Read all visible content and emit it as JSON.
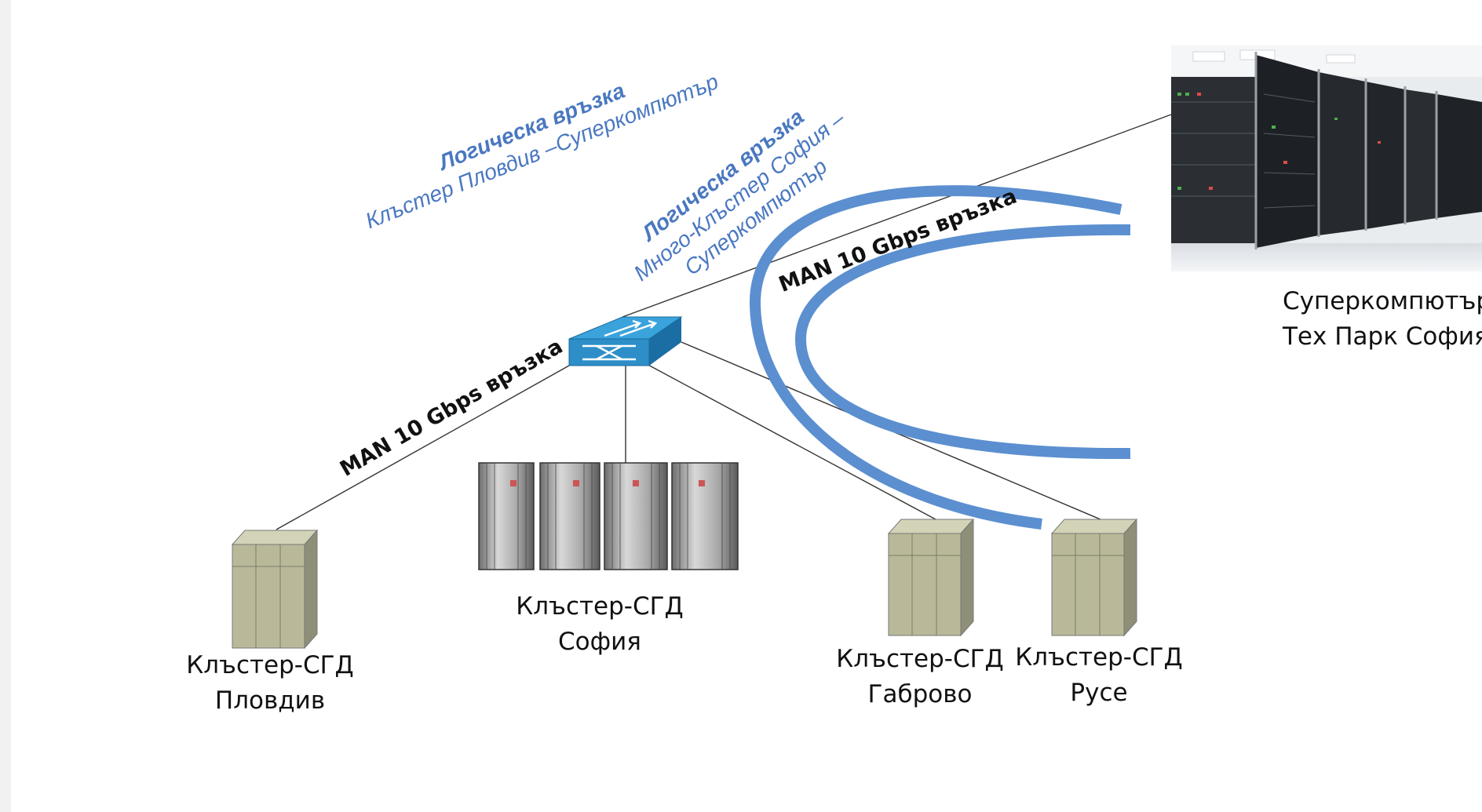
{
  "logical_links": [
    {
      "title": "Логическа връзка",
      "detail": "Клъстер Пловдив –Суперкомпютър"
    },
    {
      "title": "Логическа връзка",
      "detail_line1": "Много-Клъстер София –",
      "detail_line2": "Суперкомпютър"
    }
  ],
  "man_links": [
    {
      "label": "MAN 10 Gbps връзка"
    },
    {
      "label": "MAN 10 Gbps връзка"
    }
  ],
  "nodes": {
    "plovdiv": {
      "line1": "Клъстер-СГД",
      "line2": "Пловдив"
    },
    "sofia": {
      "line1": "Клъстер-СГД",
      "line2": "София"
    },
    "gabrovo": {
      "line1": "Клъстер-СГД",
      "line2": "Габрово"
    },
    "ruse": {
      "line1": "Клъстер-СГД",
      "line2": "Русе"
    },
    "supercomputer": {
      "line1": "Суперкомпютър",
      "line2": "Тех Парк София"
    }
  },
  "colors": {
    "logical_arc": "#5b8fd0",
    "logical_text": "#4a78c0",
    "switch": "#2e8fc8",
    "server_beige": "#b9b99a",
    "rack_gray": "#9a9a9a"
  }
}
